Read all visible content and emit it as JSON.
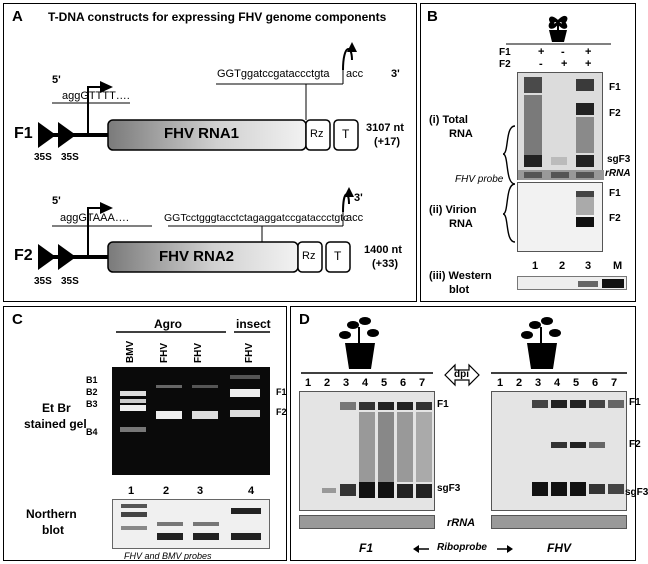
{
  "panelA": {
    "label": "A",
    "title": "T-DNA constructs for expressing FHV genome components",
    "f1": {
      "name": "F1",
      "five": "5'",
      "three": "3'",
      "start_seq": "aggGTTTT….",
      "end_seq": "GGTggatccgataccctgta",
      "end_tail": "acc",
      "rna": "FHV RNA1",
      "rz": "Rz",
      "t": "T",
      "p1": "35S",
      "p2": "35S",
      "len": "3107 nt",
      "extra": "(+17)"
    },
    "f2": {
      "name": "F2",
      "five": "5'",
      "three": "3'",
      "start_seq": "aggGTAAA….",
      "end_seq": "GGTcctgggtacctctagaggatccgataccctgtc",
      "end_tail": "acc",
      "rna": "FHV RNA2",
      "rz": "Rz",
      "t": "T",
      "p1": "35S",
      "p2": "35S",
      "len": "1400 nt",
      "extra": "(+33)"
    }
  },
  "panelB": {
    "label": "B",
    "f1_row": "F1",
    "f2_row": "F2",
    "f1_signs": [
      "+",
      "-",
      "+"
    ],
    "f2_signs": [
      "-",
      "+",
      "+"
    ],
    "total_rna_1": "(i) Total",
    "total_rna_2": "RNA",
    "probe": "FHV probe",
    "rrna": "rRNA",
    "virion_1": "(ii) Virion",
    "virion_2": "RNA",
    "western_1": "(iii) Western",
    "western_2": "blot",
    "lanes": [
      "1",
      "2",
      "3",
      "M"
    ],
    "bands_top": [
      "F1",
      "F2",
      "sgF3"
    ],
    "bands_mid": [
      "F1",
      "F2"
    ]
  },
  "panelC": {
    "label": "C",
    "group1": "Agro",
    "group2": "insect",
    "lanes": [
      "BMV",
      "FHV",
      "FHV",
      "FHV"
    ],
    "lane_nums": [
      "1",
      "2",
      "3",
      "4"
    ],
    "gel_label_1": "Et Br",
    "gel_label_2": "stained gel",
    "north_label_1": "Northern",
    "north_label_2": "blot",
    "left_markers": [
      "B1",
      "B2",
      "B3",
      "B4"
    ],
    "right_markers": [
      "F1",
      "F2"
    ],
    "caption": "FHV and BMV probes"
  },
  "panelD": {
    "label": "D",
    "left_lanes": [
      "1",
      "2",
      "3",
      "4",
      "5",
      "6",
      "7"
    ],
    "right_lanes": [
      "1",
      "2",
      "3",
      "4",
      "5",
      "6",
      "7"
    ],
    "dpi": "dpi",
    "left_bands": [
      "F1",
      "sgF3"
    ],
    "right_bands": [
      "F1",
      "F2",
      "sgF3"
    ],
    "rrna": "rRNA",
    "left_caption": "F1",
    "right_caption": "FHV",
    "mid_caption": "Riboprobe"
  }
}
